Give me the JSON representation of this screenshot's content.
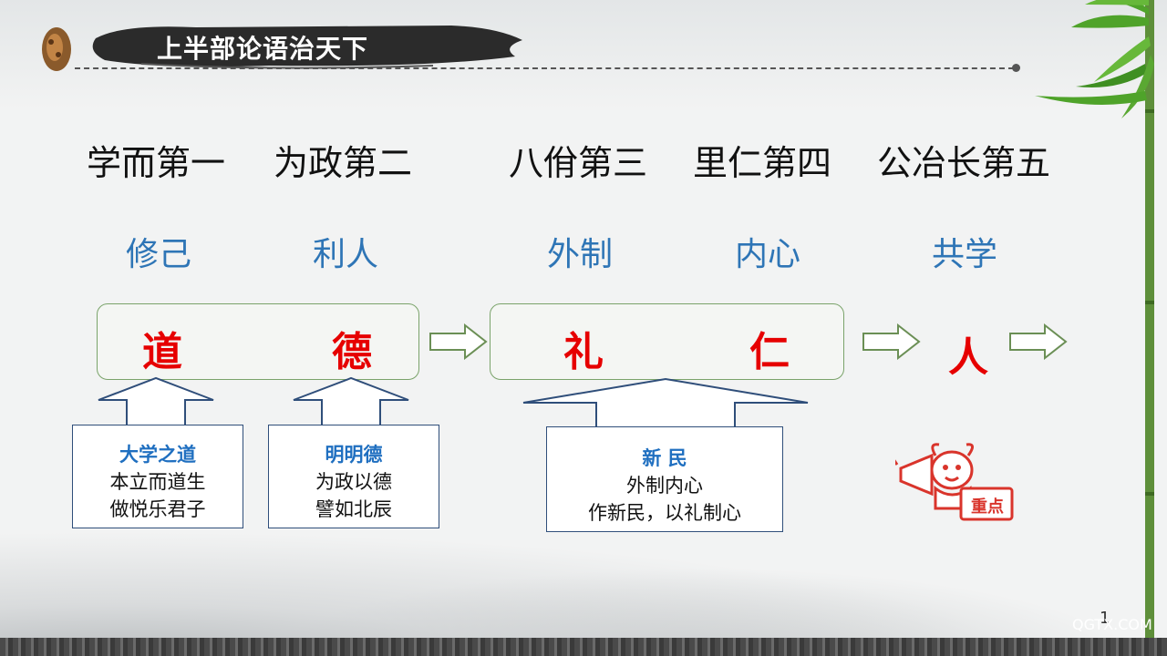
{
  "title": "上半部论语治天下",
  "chapters": [
    "学而第一",
    "为政第二",
    "八佾第三",
    "里仁第四",
    "公冶长第五"
  ],
  "themes": [
    "修己",
    "利人",
    "外制",
    "内心",
    "共学"
  ],
  "virtues": [
    "道",
    "德",
    "礼",
    "仁",
    "人"
  ],
  "cards": [
    {
      "title": "大学之道",
      "lines": [
        "本立而道生",
        "做悦乐君子"
      ]
    },
    {
      "title": "明明德",
      "lines": [
        "为政以德",
        "譬如北辰"
      ]
    },
    {
      "title": "新 民",
      "lines": [
        "外制内心",
        "作新民，以礼制心"
      ]
    }
  ],
  "badge": {
    "label": "重点"
  },
  "page_number": "1",
  "watermark": "QGTX.COM",
  "colors": {
    "theme_blue": "#2e75b6",
    "virtue_red": "#e60000",
    "card_title_blue": "#1f6fc0",
    "box_green": "#7aa36a",
    "card_border": "#2f4e7a"
  }
}
